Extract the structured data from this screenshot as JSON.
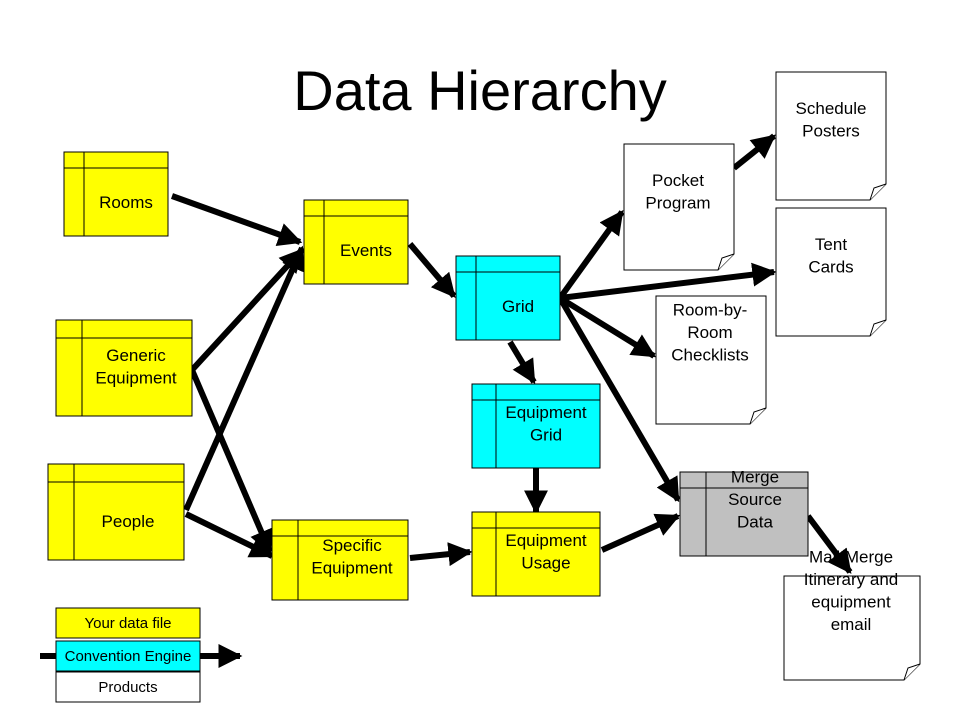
{
  "title": "Data Hierarchy",
  "colors": {
    "data_file": "#ffff00",
    "engine": "#00ffff",
    "merge": "#c0c0c0",
    "product": "#ffffff"
  },
  "nodes": {
    "rooms": {
      "lines": [
        "Rooms"
      ]
    },
    "generic_equipment": {
      "lines": [
        "Generic",
        "Equipment"
      ]
    },
    "people": {
      "lines": [
        "People"
      ]
    },
    "events": {
      "lines": [
        "Events"
      ]
    },
    "specific_equipment": {
      "lines": [
        "Specific",
        "Equipment"
      ]
    },
    "grid": {
      "lines": [
        "Grid"
      ]
    },
    "equipment_grid": {
      "lines": [
        "Equipment",
        "Grid"
      ]
    },
    "equipment_usage": {
      "lines": [
        "Equipment",
        "Usage"
      ]
    },
    "merge_source": {
      "lines": [
        "Merge",
        "Source",
        "Data"
      ]
    },
    "pocket_program": {
      "lines": [
        "Pocket",
        "Program"
      ]
    },
    "schedule_posters": {
      "lines": [
        "Schedule",
        "Posters"
      ]
    },
    "tent_cards": {
      "lines": [
        "Tent",
        "Cards"
      ]
    },
    "room_checklists": {
      "lines": [
        "Room-by-",
        "Room",
        "Checklists"
      ]
    },
    "mail_merge": {
      "lines": [
        "Mail Merge",
        "Itinerary and",
        "equipment",
        "email"
      ]
    }
  },
  "legend": {
    "data_file": "Your data file",
    "engine": "Convention Engine",
    "products": "Products"
  }
}
